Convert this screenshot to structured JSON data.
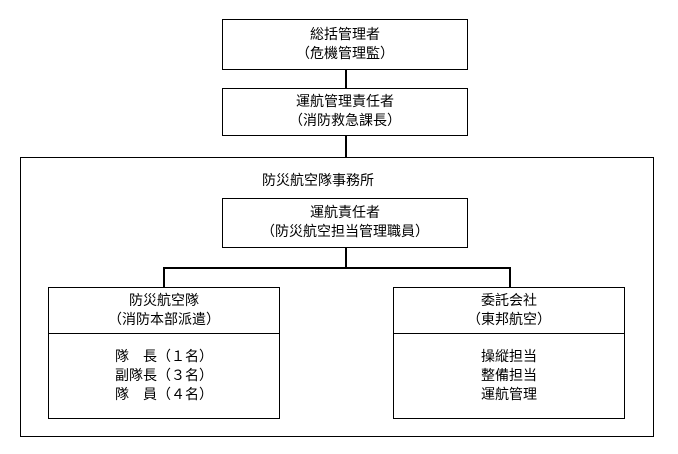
{
  "top": {
    "line1": "総括管理者",
    "line2": "（危機管理監）"
  },
  "ops": {
    "line1": "運航管理責任者",
    "line2": "（消防救急課長）"
  },
  "office": {
    "title": "防災航空隊事務所"
  },
  "chief": {
    "line1": "運航責任者",
    "line2": "（防災航空担当管理職員）"
  },
  "unit": {
    "line1": "防災航空隊",
    "line2": "（消防本部派遣）",
    "members": [
      "隊　長（１名）",
      "副隊長（３名）",
      "隊　員（４名）"
    ]
  },
  "contractor": {
    "line1": "委託会社",
    "line2": "（東邦航空）",
    "duties": [
      "操縦担当",
      "整備担当",
      "運航管理"
    ]
  }
}
